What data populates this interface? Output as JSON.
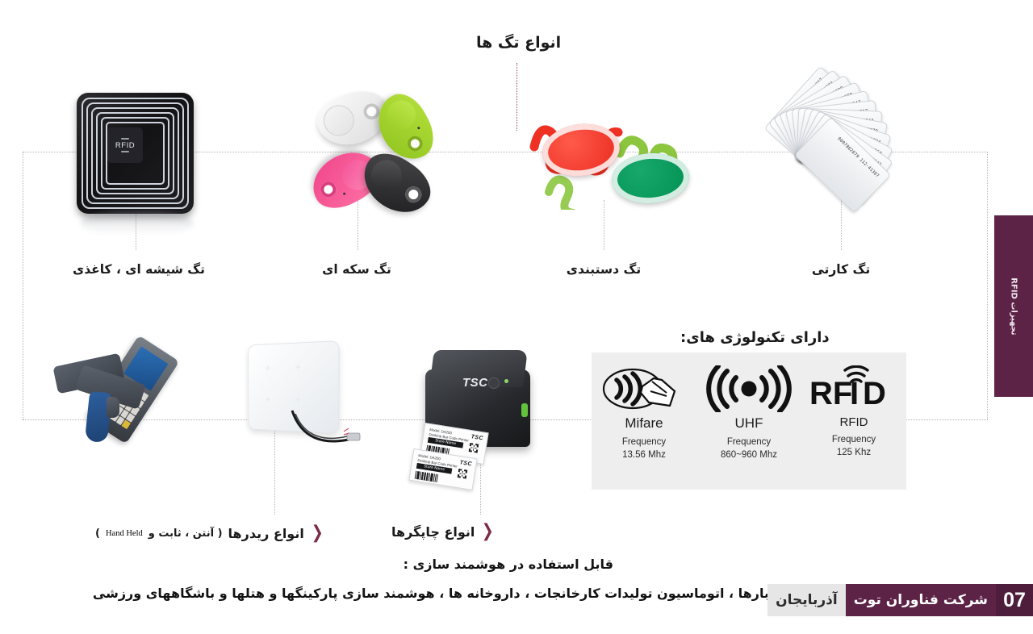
{
  "headings": {
    "tags_title": "انواع تگ ها",
    "tech_title": "دارای تکنولوژی های:"
  },
  "tag_labels": [
    {
      "name": "glass-paper-tag",
      "label": "تگ شیشه ای ، کاغذی"
    },
    {
      "name": "coin-tag",
      "label": "تگ سکه ای"
    },
    {
      "name": "wristband-tag",
      "label": "تگ دستبندی"
    },
    {
      "name": "card-tag",
      "label": "تگ کارتی"
    }
  ],
  "inlay_tag": {
    "chip_label": "RFID"
  },
  "cards": {
    "serials": [
      "0007882879 112-41207",
      "0007882879 112-41274",
      "0007882879 112-41280",
      "0007882879 112-41289",
      "0007882879 112-41347",
      "0007882879 112-41367",
      "0007882879 112-42947",
      "0007882879 112-42979",
      "0007882879 112-42874",
      "0007882879 112-41260",
      "0007882879 112-42947",
      "0007882879 112-41367"
    ]
  },
  "printer": {
    "brand": "TSC",
    "label_title": "Model: DA200",
    "label_sub": "Desktop Bar Code Printer",
    "label_black": "Store Name"
  },
  "technologies": [
    {
      "icon": "contactless-nfc-icon",
      "name": "Mifare",
      "frequency_label": "Frequency",
      "frequency_value": "13.56 Mhz"
    },
    {
      "icon": "uhf-radio-waves-icon",
      "name": "UHF",
      "frequency_label": "Frequency",
      "frequency_value": "860~960 Mhz"
    },
    {
      "icon": "rfid-wordmark-icon",
      "name": "RFID",
      "frequency_label": "Frequency",
      "frequency_value": "125 Khz"
    }
  ],
  "tech_wordmark": {
    "r": "R",
    "f": "F",
    "i": "İ",
    "d": "D"
  },
  "equipment_captions": [
    {
      "name": "printers-caption",
      "chevron": "❮",
      "text": "انواع چاپگرها",
      "suffix": "",
      "latin": ""
    },
    {
      "name": "readers-caption",
      "chevron": "❮",
      "text": "انواع ریدرها",
      "suffix_open": "( آنتن ، ثابت و",
      "latin": "Hand Held",
      "suffix_close": ")"
    }
  ],
  "bottom_text": {
    "usable": "قابل استفاده در هوشمند سازی :",
    "applications": "انبارها ، اتوماسیون تولیدات کارخانجات ، داروخانه ها ، هوشمند سازی پارکینگها و هتلها و باشگاههای ورزشی"
  },
  "side_tab": {
    "label": "تجهیزات RFID"
  },
  "footer": {
    "page_number": "07",
    "company": "شرکت فناوران توت",
    "region": "آذربایجان"
  },
  "colors": {
    "brand_maroon": "#5c2347",
    "brand_maroon_dark": "#4e1d3c",
    "chevron": "#7a2b46",
    "tech_box_bg": "#eeeeee",
    "dotted_line": "#b9b1b3"
  }
}
